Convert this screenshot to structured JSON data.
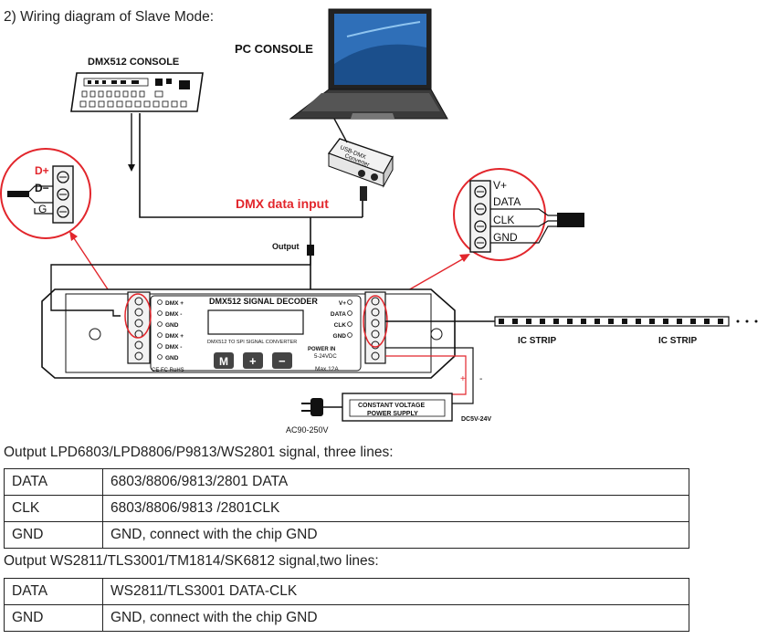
{
  "page": {
    "section_title": "2) Wiring diagram of Slave Mode:"
  },
  "diagram": {
    "dmx_console_label": "DMX512 CONSOLE",
    "pc_console_label": "PC CONSOLE",
    "usb_converter_label_1": "USB-DMX",
    "usb_converter_label_2": "Converter",
    "dmx_data_input_label": "DMX data input",
    "output_label": "Output",
    "zoom_left": {
      "dplus": "D+",
      "dminus": "D−",
      "g": "G"
    },
    "zoom_right": {
      "vplus": "V+",
      "data": "DATA",
      "clk": "CLK",
      "gnd": "GND"
    },
    "decoder": {
      "title": "DMX512 SIGNAL DECODER",
      "subtitle": "DMX512 TO SPI SIGNAL CONVERTER",
      "left_terminals": [
        "DMX +",
        "DMX -",
        "GND",
        "DMX +",
        "DMX -",
        "GND"
      ],
      "right_terminals": [
        "V+",
        "DATA",
        "CLK",
        "GND"
      ],
      "power_in": "POWER IN",
      "power_range": "5-24VDC",
      "max_current": "Max.12A",
      "cert": "CE FC RoHS",
      "btn_m": "M",
      "btn_plus": "+",
      "btn_minus": "−"
    },
    "strip_label_1": "IC STRIP",
    "strip_label_2": "IC STRIP",
    "psu_label_1": "CONSTANT VOLTAGE",
    "psu_label_2": "POWER SUPPLY",
    "psu_output": "DC5V-24V",
    "ac_input": "AC90-250V",
    "plus_sign": "+",
    "minus_sign": "-",
    "colors": {
      "accent_red": "#e2262c",
      "dark": "#1a1a1a"
    }
  },
  "table1": {
    "title": "Output LPD6803/LPD8806/P9813/WS2801 signal, three lines:",
    "rows": [
      [
        "DATA",
        "6803/8806/9813/2801 DATA"
      ],
      [
        "CLK",
        "6803/8806/9813 /2801CLK"
      ],
      [
        "GND",
        "GND, connect with the chip GND"
      ]
    ]
  },
  "table2": {
    "title": "Output WS2811/TLS3001/TM1814/SK6812 signal,two lines:",
    "rows": [
      [
        "DATA",
        "WS2811/TLS3001  DATA-CLK"
      ],
      [
        "GND",
        "GND, connect with the chip GND"
      ]
    ]
  }
}
